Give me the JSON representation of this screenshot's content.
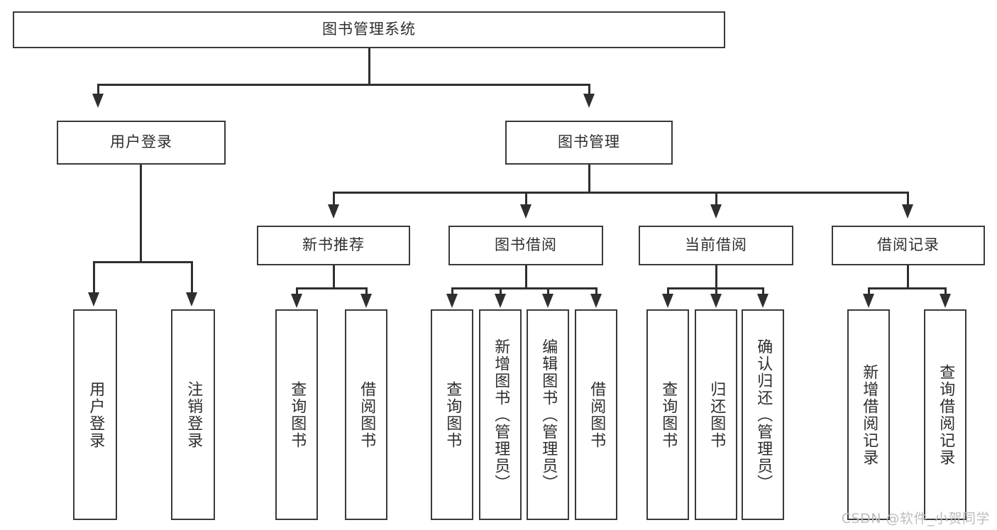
{
  "diagram": {
    "title": "图书管理系统",
    "type": "tree-hierarchy",
    "root": {
      "label": "图书管理系统"
    },
    "level2": [
      {
        "label": "用户登录"
      },
      {
        "label": "图书管理"
      }
    ],
    "level3": [
      {
        "label": "新书推荐"
      },
      {
        "label": "图书借阅"
      },
      {
        "label": "当前借阅"
      },
      {
        "label": "借阅记录"
      }
    ],
    "leaves": {
      "user_login": [
        {
          "label": "用户登录"
        },
        {
          "label": "注销登录"
        }
      ],
      "new_book_recommend": [
        {
          "label": "查询图书"
        },
        {
          "label": "借阅图书"
        }
      ],
      "book_borrow": [
        {
          "label": "查询图书"
        },
        {
          "label": "新增图书（管理员）"
        },
        {
          "label": "编辑图书（管理员）"
        },
        {
          "label": "借阅图书"
        }
      ],
      "current_borrow": [
        {
          "label": "查询图书"
        },
        {
          "label": "归还图书"
        },
        {
          "label": "确认归还（管理员）"
        }
      ],
      "borrow_record": [
        {
          "label": "新增借阅记录"
        },
        {
          "label": "查询借阅记录"
        }
      ]
    }
  },
  "watermark": {
    "text": "CSDN @软件_小贺同学"
  },
  "colors": {
    "box_border": "#3a3a3a",
    "connector": "#2f2f2f",
    "text": "#2e2e2e",
    "background": "#ffffff",
    "watermark": "#bdbdbd"
  }
}
